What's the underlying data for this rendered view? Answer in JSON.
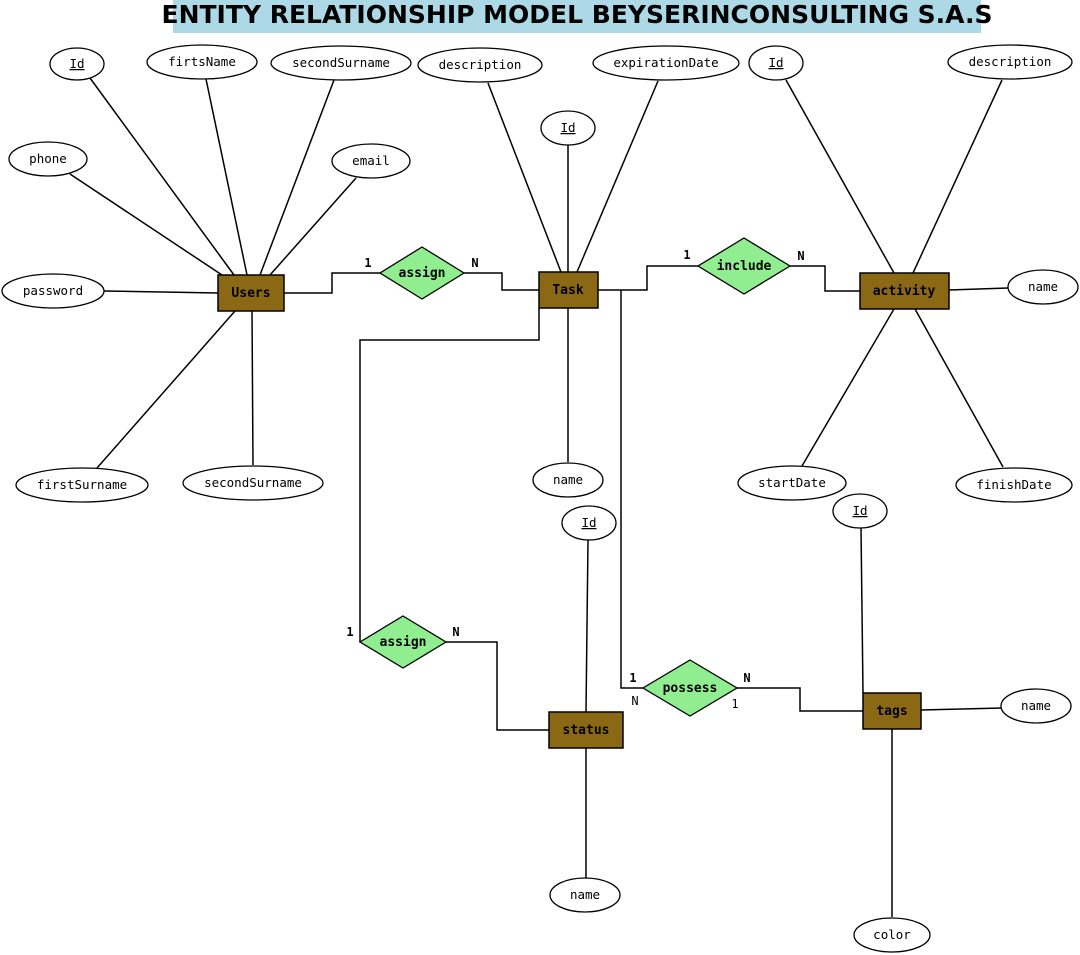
{
  "title": "ENTITY RELATIONSHIP MODEL BEYSERINCONSULTING S.A.S",
  "colors": {
    "title_background": "#add8e6",
    "entity_fill": "#8b6914",
    "relationship_fill": "#90ee90",
    "attribute_fill": "#ffffff"
  },
  "entities": {
    "users": "Users",
    "task": "Task",
    "activity": "activity",
    "status": "status",
    "tags": "tags"
  },
  "relationships": {
    "users_task": "assign",
    "task_activity": "include",
    "task_status": "assign",
    "task_tags": "possess"
  },
  "attributes": {
    "users": {
      "id": "Id",
      "firtsName": "firtsName",
      "secondSurname_top": "secondSurname",
      "phone": "phone",
      "email": "email",
      "password": "password",
      "firstSurname": "firstSurname",
      "secondSurname_bottom": "secondSurname"
    },
    "task": {
      "description": "description",
      "id": "Id",
      "expirationDate": "expirationDate",
      "name": "name"
    },
    "activity": {
      "id": "Id",
      "description": "description",
      "name": "name",
      "startDate": "startDate",
      "finishDate": "finishDate"
    },
    "status": {
      "id": "Id",
      "name": "name"
    },
    "tags": {
      "id": "Id",
      "name": "name",
      "color": "color"
    }
  },
  "cardinalities": {
    "users_assign_1": "1",
    "users_assign_n": "N",
    "task_include_1": "1",
    "task_include_n": "N",
    "status_assign_1": "1",
    "status_assign_n": "N",
    "possess_top_1": "1",
    "possess_left_n": "N",
    "possess_right_n": "N",
    "possess_right_1": "1"
  }
}
